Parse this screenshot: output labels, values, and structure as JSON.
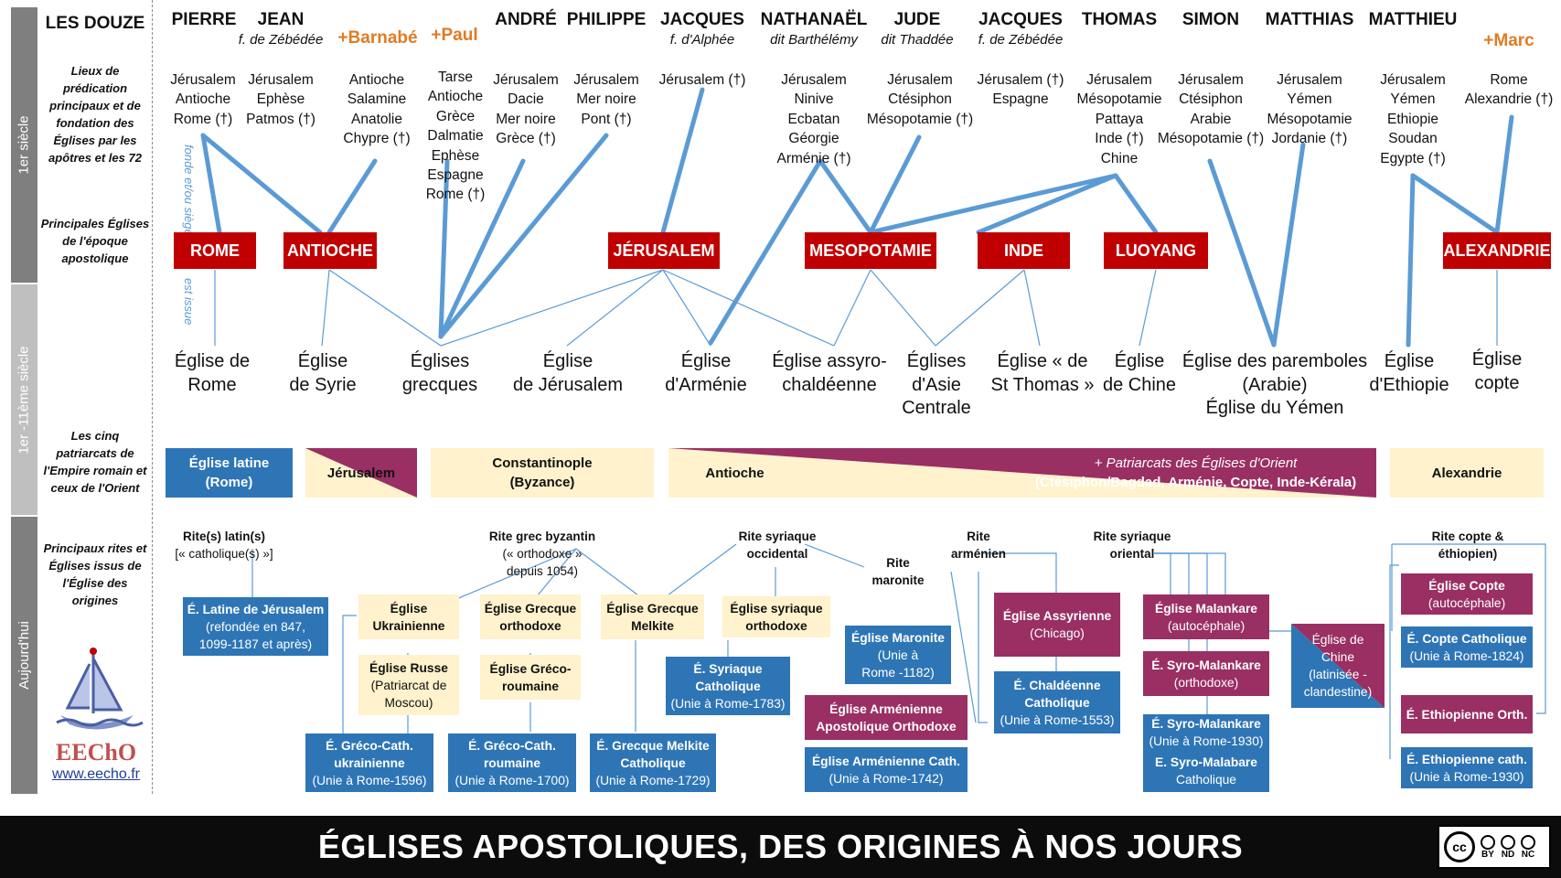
{
  "bands": {
    "first_century_1": "1er siècle",
    "first_eleventh": "1er -11ème siècle",
    "today": "Aujourd'hui"
  },
  "row_labels": {
    "header": "LES DOUZE",
    "preaching": "Lieux de prédication principaux et de fondation des Églises par les apôtres et les 72",
    "principal_churches": "Principales Églises de l'époque apostolique",
    "patriarchates": "Les cinq patriarcats de l'Empire romain et ceux de l'Orient",
    "rites": "Principaux rites et Églises issus de l'Église des origines"
  },
  "link_labels": {
    "founds": "fonde et/ou siège",
    "issued": "est issue"
  },
  "apostles": [
    {
      "name": "PIERRE",
      "sub": ""
    },
    {
      "name": "JEAN",
      "sub": "f. de Zébédée"
    },
    {
      "name": "+Barnabé",
      "sub": ""
    },
    {
      "name": "+Paul",
      "sub": ""
    },
    {
      "name": "ANDRÉ",
      "sub": ""
    },
    {
      "name": "PHILIPPE",
      "sub": ""
    },
    {
      "name": "JACQUES",
      "sub": "f. d'Alphée"
    },
    {
      "name": "NATHANAËL",
      "sub": "dit Barthélémy"
    },
    {
      "name": "JUDE",
      "sub": "dit Thaddée"
    },
    {
      "name": "JACQUES",
      "sub": "f. de Zébédée"
    },
    {
      "name": "THOMAS",
      "sub": ""
    },
    {
      "name": "SIMON",
      "sub": ""
    },
    {
      "name": "MATTHIAS",
      "sub": ""
    },
    {
      "name": "MATTHIEU",
      "sub": ""
    },
    {
      "name": "+Marc",
      "sub": ""
    }
  ],
  "places": [
    [
      "Jérusalem",
      "Antioche",
      "Rome (†)"
    ],
    [
      "Jérusalem",
      "Ephèse",
      "Patmos (†)"
    ],
    [
      "Antioche",
      "Salamine",
      "Anatolie",
      "Chypre (†)"
    ],
    [
      "Tarse",
      "Antioche",
      "Grèce",
      "Dalmatie",
      "Ephèse",
      "Espagne",
      "Rome (†)"
    ],
    [
      "Jérusalem",
      "Dacie",
      "Mer noire",
      "Grèce (†)"
    ],
    [
      "Jérusalem",
      "Mer noire",
      "Pont (†)"
    ],
    [
      "Jérusalem (†)"
    ],
    [
      "Jérusalem",
      "Ninive",
      "Ecbatan",
      "Géorgie",
      "Arménie (†)"
    ],
    [
      "Jérusalem",
      "Ctésiphon",
      "Mésopotamie (†)"
    ],
    [
      "Jérusalem (†)",
      "Espagne"
    ],
    [
      "Jérusalem",
      "Mésopotamie",
      "Pattaya",
      "Inde (†)",
      "Chine"
    ],
    [
      "Jérusalem",
      "Ctésiphon",
      "Arabie",
      "Mésopotamie (†)"
    ],
    [
      "Jérusalem",
      "Yémen",
      "Mésopotamie",
      "Jordanie (†)"
    ],
    [
      "Jérusalem",
      "Yémen",
      "Ethiopie",
      "Soudan",
      "Egypte (†)"
    ],
    [
      "Rome",
      "Alexandrie (†)"
    ]
  ],
  "principal_churches": [
    "ROME",
    "ANTIOCHE",
    "JÉRUSALEM",
    "MESOPOTAMIE",
    "INDE",
    "LUOYANG",
    "ALEXANDRIE"
  ],
  "early_churches": [
    [
      "Église de",
      "Rome"
    ],
    [
      "Église",
      "de Syrie"
    ],
    [
      "Églises",
      "grecques"
    ],
    [
      "Église",
      "de Jérusalem"
    ],
    [
      "Église",
      "d'Arménie"
    ],
    [
      "Église assyro-",
      "chaldéenne"
    ],
    [
      "Églises",
      "d'Asie",
      "Centrale"
    ],
    [
      "Église « de",
      "St Thomas »"
    ],
    [
      "Église",
      "de Chine"
    ],
    [
      "Église des paremboles",
      "(Arabie)",
      "Église du Yémen"
    ],
    [
      "Église",
      "d'Ethiopie"
    ],
    [
      "Église",
      "copte"
    ]
  ],
  "patriarchates": {
    "latin": [
      "Église latine",
      "(Rome)"
    ],
    "jerusalem": "Jérusalem",
    "constantinople": [
      "Constantinople",
      "(Byzance)"
    ],
    "antioche": "Antioche",
    "orient": [
      "+ Patriarcats des Églises d'Orient",
      "(Ctésiphon/Bagdad, Arménie, Copte, Inde-Kérala)"
    ],
    "alexandrie": "Alexandrie"
  },
  "rites": {
    "latin": [
      "Rite(s) latin(s)",
      "[« catholique(s) »]"
    ],
    "byzantine": [
      "Rite grec byzantin",
      "(« orthodoxe »",
      "depuis 1054)"
    ],
    "west_syriac": [
      "Rite syriaque",
      "occidental"
    ],
    "maronite": [
      "Rite",
      "maronite"
    ],
    "armenian": [
      "Rite",
      "arménien"
    ],
    "east_syriac": [
      "Rite syriaque",
      "oriental"
    ],
    "coptic": [
      "Rite copte &",
      "éthiopien)"
    ]
  },
  "churches_today": [
    {
      "id": "latin-jerusalem",
      "t": "É. Latine de Jérusalem",
      "s": "(refondée en 847,|1099-1187 et après)"
    },
    {
      "id": "ukrainian",
      "t": "Église|Ukrainienne",
      "s": ""
    },
    {
      "id": "russian",
      "t": "Église Russe",
      "s": "(Patriarcat de|Moscou)"
    },
    {
      "id": "greco-cath-ukr",
      "t": "É. Gréco-Cath.|ukrainienne",
      "s": "(Unie à Rome-1596)"
    },
    {
      "id": "greek-orthodox",
      "t": "Église Grecque|orthodoxe",
      "s": ""
    },
    {
      "id": "greco-romanian",
      "t": "Église Gréco-|roumaine",
      "s": ""
    },
    {
      "id": "greco-cath-rom",
      "t": "É. Gréco-Cath.|roumaine",
      "s": "(Unie à Rome-1700)"
    },
    {
      "id": "greek-melkite",
      "t": "Église Grecque|Melkite",
      "s": ""
    },
    {
      "id": "melkite-cath",
      "t": "É. Grecque Melkite|Catholique",
      "s": "(Unie à Rome-1729)"
    },
    {
      "id": "syriac-orthodox",
      "t": "Église syriaque|orthodoxe",
      "s": ""
    },
    {
      "id": "syriac-cath",
      "t": "É. Syriaque|Catholique",
      "s": "(Unie à Rome-1783)"
    },
    {
      "id": "maronite",
      "t": "Église Maronite",
      "s": "(Unie à|Rome -1182)"
    },
    {
      "id": "armenian-apostolic",
      "t": "Église Arménienne|Apostolique Orthodoxe",
      "s": ""
    },
    {
      "id": "armenian-cath",
      "t": "Église Arménienne Cath.",
      "s": "(Unie à Rome-1742)"
    },
    {
      "id": "assyrian",
      "t": "Église Assyrienne",
      "s": "(Chicago)"
    },
    {
      "id": "chaldean",
      "t": "É. Chaldéenne|Catholique",
      "s": "(Unie à Rome-1553)"
    },
    {
      "id": "malankara",
      "t": "Église Malankare",
      "s": "(autocéphale)"
    },
    {
      "id": "syro-malankara-orth",
      "t": "É. Syro-Malankare",
      "s": "(orthodoxe)"
    },
    {
      "id": "syro-malankara-cath",
      "t": "É. Syro-Malankare",
      "s": "(Unie à Rome-1930)"
    },
    {
      "id": "syro-malabar",
      "t": "E. Syro-Malabare",
      "s": "Catholique"
    },
    {
      "id": "china",
      "t": "",
      "s": "Église de|Chine|(latinisée -|clandestine)"
    },
    {
      "id": "copte",
      "t": "Église Copte",
      "s": "(autocéphale)"
    },
    {
      "id": "copte-cath",
      "t": "É. Copte Catholique",
      "s": "(Unie à Rome-1824)"
    },
    {
      "id": "ethiopian-orth",
      "t": "É. Ethiopienne Orth.",
      "s": ""
    },
    {
      "id": "ethiopian-cath",
      "t": "É. Ethiopienne cath.",
      "s": "(Unie à Rome-1930)"
    }
  ],
  "logo": {
    "name": "EEChO",
    "url": "www.eecho.fr"
  },
  "title": "ÉGLISES APOSTOLIQUES, DES ORIGINES À NOS JOURS",
  "license": {
    "badge": "cc",
    "terms": [
      "BY",
      "ND",
      "NC"
    ]
  },
  "colors": {
    "red": "#c00000",
    "blue": "#2e75b6",
    "plum": "#9a2f63",
    "cream": "#fff2cc",
    "link": "#5b9bd5"
  }
}
